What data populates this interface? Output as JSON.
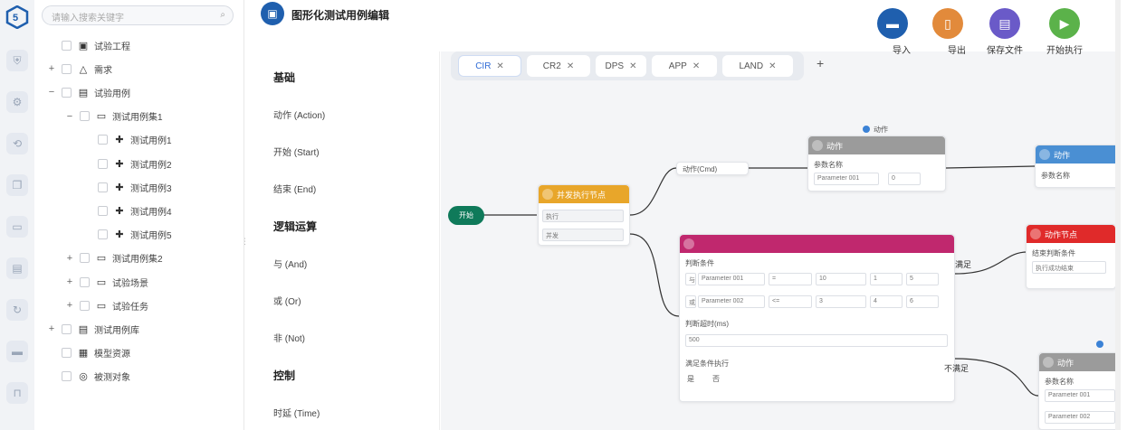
{
  "rail": {
    "icons": [
      "shield-icon",
      "gear-icon",
      "flow-icon",
      "layers-icon",
      "monitor-icon",
      "doc-icon",
      "refresh-icon",
      "chat-icon",
      "bookmark-icon"
    ]
  },
  "tree": {
    "search_placeholder": "请输入搜索关键字",
    "items": [
      {
        "exp": "",
        "label": "试验工程",
        "icon": "▣"
      },
      {
        "exp": "+",
        "label": "需求",
        "icon": "△"
      },
      {
        "exp": "−",
        "label": "试验用例",
        "icon": "▤"
      },
      {
        "exp": "−",
        "label": "测试用例集1",
        "icon": "▭"
      },
      {
        "exp": "",
        "label": "测试用例1",
        "icon": "✚"
      },
      {
        "exp": "",
        "label": "测试用例2",
        "icon": "✚"
      },
      {
        "exp": "",
        "label": "测试用例3",
        "icon": "✚"
      },
      {
        "exp": "",
        "label": "测试用例4",
        "icon": "✚"
      },
      {
        "exp": "",
        "label": "测试用例5",
        "icon": "✚"
      },
      {
        "exp": "+",
        "label": "测试用例集2",
        "icon": "▭"
      },
      {
        "exp": "+",
        "label": "试验场景",
        "icon": "▭"
      },
      {
        "exp": "+",
        "label": "试验任务",
        "icon": "▭"
      },
      {
        "exp": "+",
        "label": "测试用例库",
        "icon": "▤"
      },
      {
        "exp": "",
        "label": "模型资源",
        "icon": "▦"
      },
      {
        "exp": "",
        "label": "被测对象",
        "icon": "◎"
      }
    ]
  },
  "header": {
    "title": "图形化测试用例编辑"
  },
  "toolbar": {
    "items": [
      {
        "label": "导入",
        "color": "#1f5fae",
        "icon": "folder-icon"
      },
      {
        "label": "导出",
        "color": "#e28a3b",
        "icon": "export-icon"
      },
      {
        "label": "保存文件",
        "color": "#6a5ac8",
        "icon": "save-icon"
      },
      {
        "label": "开始执行",
        "color": "#5bb24a",
        "icon": "run-icon"
      }
    ]
  },
  "palette": {
    "sections": [
      {
        "title": "基础",
        "items": [
          "动作 (Action)",
          "开始 (Start)",
          "结束 (End)"
        ]
      },
      {
        "title": "逻辑运算",
        "items": [
          "与 (And)",
          "或 (Or)",
          "非 (Not)"
        ]
      },
      {
        "title": "控制",
        "items": [
          "时延 (Time)"
        ]
      }
    ]
  },
  "tabs": [
    {
      "label": "CIR",
      "active": true
    },
    {
      "label": "CR2",
      "active": false
    },
    {
      "label": "DPS",
      "active": false
    },
    {
      "label": "APP",
      "active": false
    },
    {
      "label": "LAND",
      "active": false
    }
  ],
  "canvas": {
    "start_label": "开始",
    "n_orange": {
      "title": "并发执行节点",
      "rows": [
        "执行",
        "并发"
      ]
    },
    "n_small": {
      "label": "动作(Cmd)"
    },
    "n_gray": {
      "title": "动作",
      "badge": "动作",
      "row_label": "参数名称",
      "param": "Parameter 001",
      "value": "0"
    },
    "n_blue": {
      "title": "动作",
      "row_label": "参数名称"
    },
    "n_red": {
      "title": "动作节点",
      "row_label": "结束判断条件",
      "value": "执行成功结束"
    },
    "n_mag": {
      "row_label": "判断条件",
      "r1": [
        "与",
        "Parameter 001",
        "=",
        "10",
        "1",
        "5"
      ],
      "r2": [
        "或",
        "Parameter 002",
        "<=",
        "3",
        "4",
        "6"
      ],
      "timeout_label": "判断超时(ms)",
      "timeout_value": "500",
      "exec_label": "满足条件执行",
      "opts": [
        "是",
        "否"
      ]
    },
    "n_gray2": {
      "title": "动作",
      "row_label": "参数名称",
      "p1": "Parameter 001",
      "p2": "Parameter 002"
    },
    "edge_true": "满足",
    "edge_false": "不满足"
  }
}
